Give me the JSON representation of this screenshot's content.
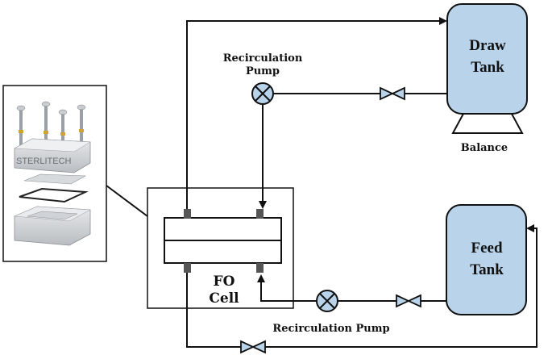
{
  "labels": {
    "draw_tank_line1": "Draw",
    "draw_tank_line2": "Tank",
    "feed_tank_line1": "Feed",
    "feed_tank_line2": "Tank",
    "balance": "Balance",
    "recirc_pump_top_line1": "Recirculation",
    "recirc_pump_top_line2": "Pump",
    "recirc_pump_bottom": "Recirculation Pump",
    "fo_cell_line1": "FO",
    "fo_cell_line2": "Cell",
    "sterlitech_brand": "STERLITECH"
  },
  "colors": {
    "tank_fill": "#b8d3ea",
    "pump_fill": "#b8d3ea",
    "valve_fill": "#b8d3ea",
    "line": "#111111",
    "port_fill": "#555555"
  },
  "icons": {
    "pump": "circle-x-pump-icon",
    "valve": "bowtie-valve-icon",
    "arrow": "arrowhead-icon"
  }
}
